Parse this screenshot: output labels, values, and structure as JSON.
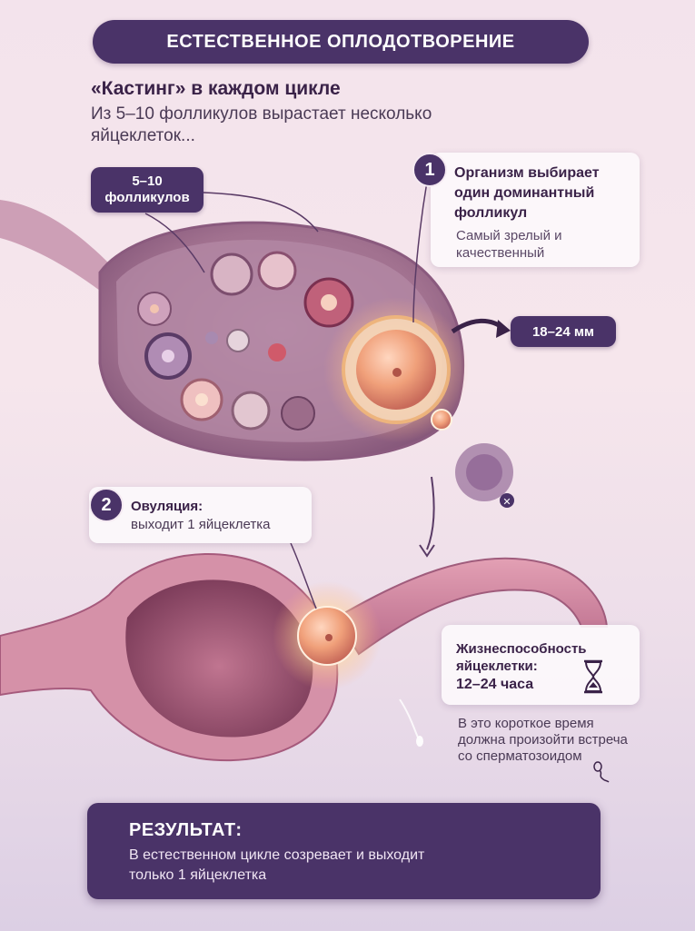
{
  "title": "ЕСТЕСТВЕННОЕ ОПЛОДОТВОРЕНИЕ",
  "intro": {
    "heading": "«Кастинг» в каждом цикле",
    "text": "Из 5–10 фолликулов вырастает несколько яйцеклеток..."
  },
  "follicle_tag": {
    "count": "5–10",
    "label": "фолликулов"
  },
  "size_tag": "18–24 мм",
  "step1": {
    "number": "1",
    "heading": "Организм выбирает один доминантный фолликул",
    "sub": "Самый зрелый и качественный"
  },
  "step2": {
    "number": "2",
    "heading": "Овуляция:",
    "sub": "выходит 1 яйцеклетка"
  },
  "viability": {
    "heading": "Жизнеспособность яйцеклетки:",
    "value": "12–24 часа",
    "icon": "hourglass-icon"
  },
  "note": "В это короткое время должна произойти встреча со сперматозоидом",
  "result": {
    "heading": "РЕЗУЛЬТАТ:",
    "text": "В естественном цикле созревает и выходит только 1 яйцеклетка"
  },
  "colors": {
    "accent": "#4a3368",
    "tissue": "#c98aa8",
    "egg": "#f0a07a"
  }
}
